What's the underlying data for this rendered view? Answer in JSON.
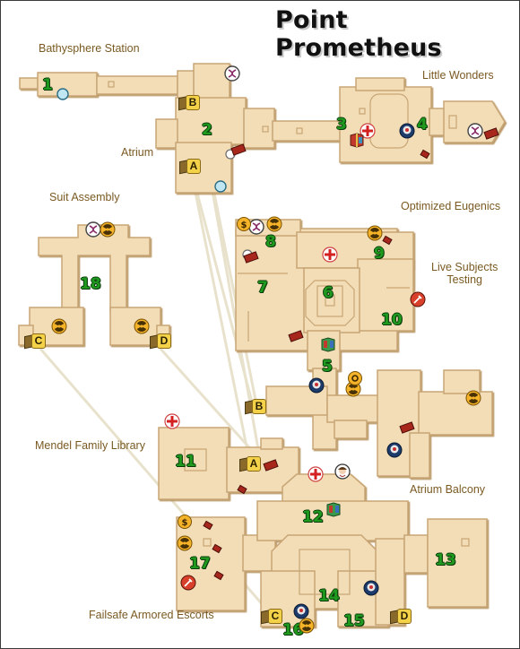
{
  "title": "Point Prometheus",
  "areas": [
    {
      "key": "bathysphere",
      "name": "Bathysphere Station"
    },
    {
      "key": "little_wonders",
      "name": "Little Wonders"
    },
    {
      "key": "atrium",
      "name": "Atrium"
    },
    {
      "key": "suit_assembly",
      "name": "Suit Assembly"
    },
    {
      "key": "optimized_eugenics",
      "name": "Optimized Eugenics"
    },
    {
      "key": "live_subjects",
      "name": "Live Subjects\nTesting"
    },
    {
      "key": "mendel",
      "name": "Mendel Family Library"
    },
    {
      "key": "atrium_balcony",
      "name": "Atrium Balcony"
    },
    {
      "key": "failsafe",
      "name": "Failsafe Armored Escorts"
    }
  ],
  "markers": [
    "1",
    "2",
    "3",
    "4",
    "5",
    "6",
    "7",
    "8",
    "9",
    "10",
    "11",
    "12",
    "13",
    "14",
    "15",
    "16",
    "17",
    "18"
  ],
  "letters": [
    "A",
    "B",
    "C",
    "D"
  ],
  "colors": {
    "floor": "#f2ddb7",
    "floor_edge": "#c8a574",
    "label": "#7a5a22",
    "marker_green": "#1f9a1f",
    "route_line": "#e8e2cc"
  },
  "icons": [
    "gene-bank-icon",
    "health-station-icon",
    "circus-of-values-icon",
    "u-invent-icon",
    "power-to-the-people-icon",
    "vita-chamber-icon",
    "little-sister-icon",
    "big-daddy-icon",
    "ammo-crate-icon",
    "audio-diary-icon",
    "security-camera-icon",
    "dollar-bill-icon",
    "bathysphere-icon"
  ]
}
